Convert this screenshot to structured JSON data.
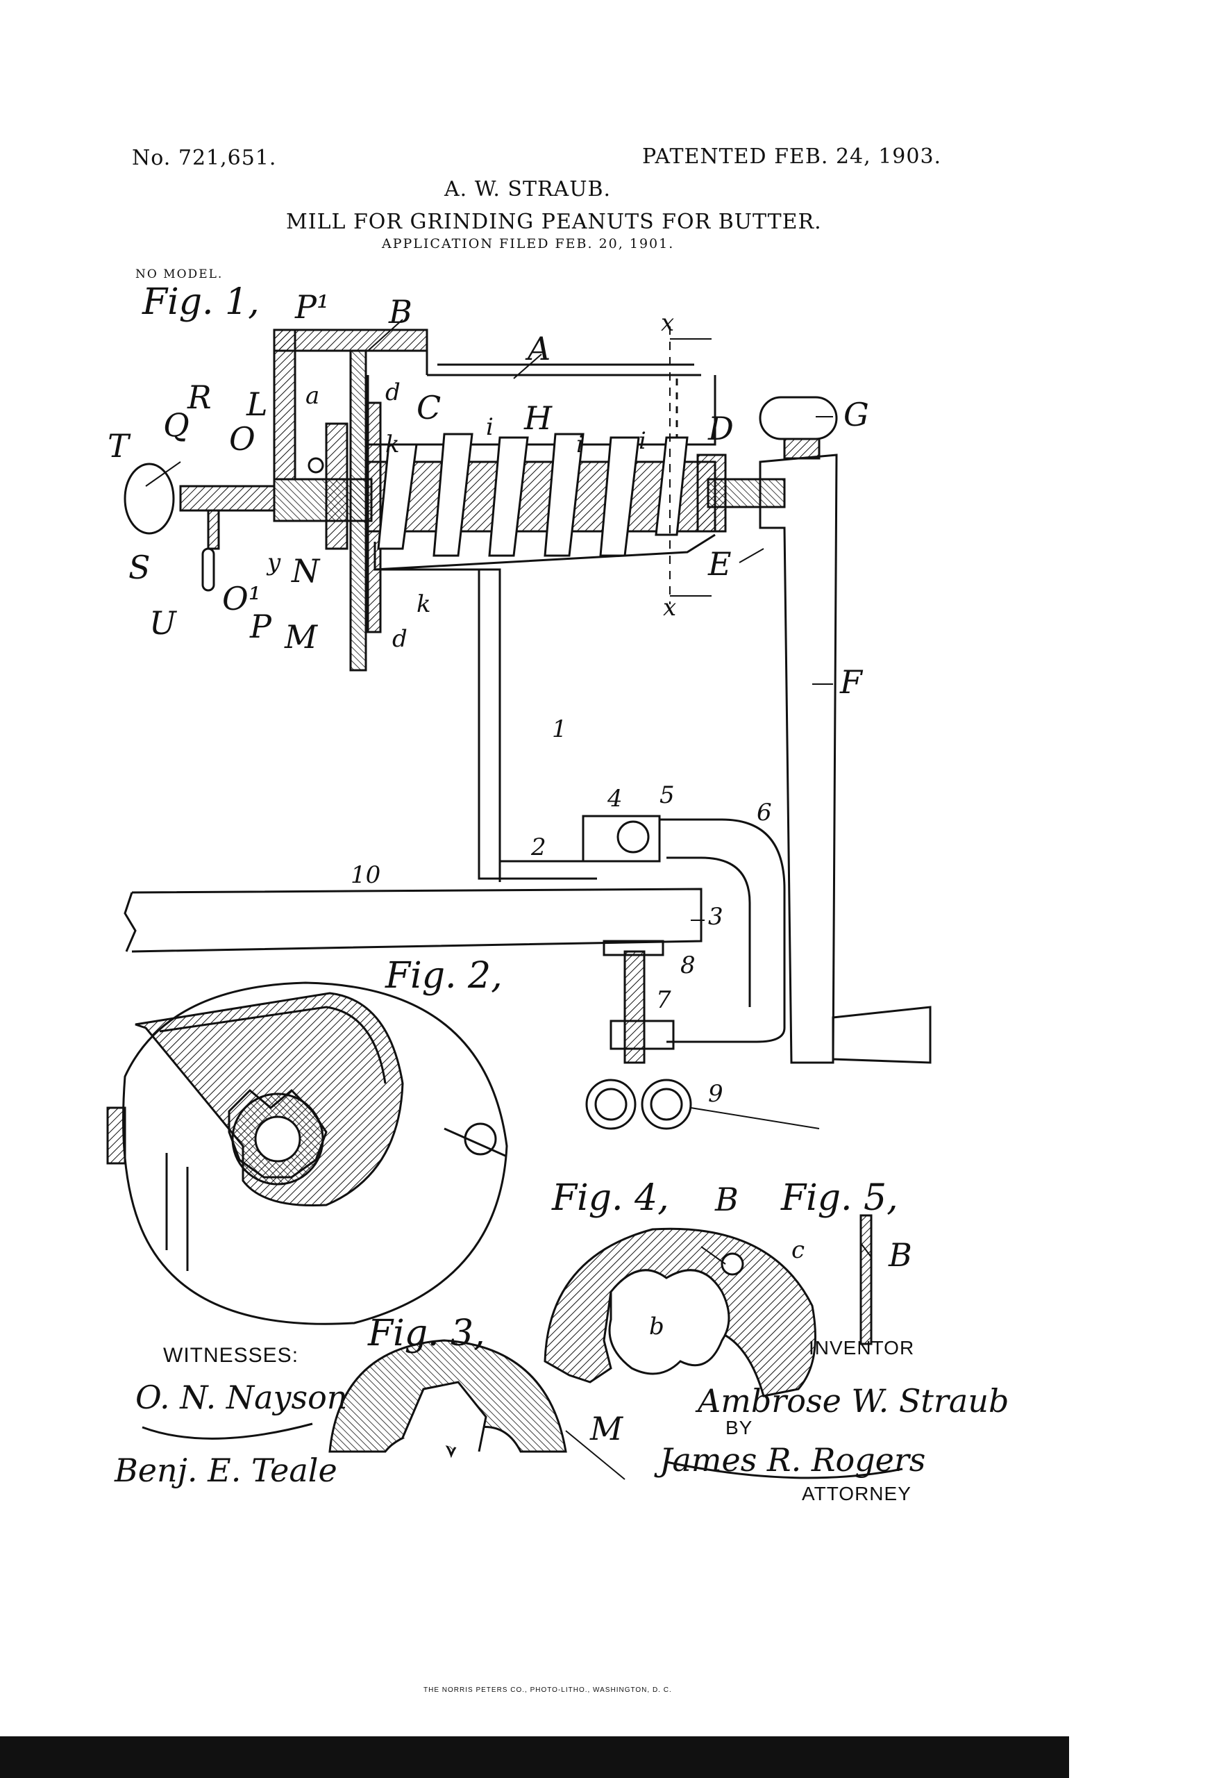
{
  "header": {
    "patent_number": "No. 721,651.",
    "patented": "PATENTED FEB. 24, 1903.",
    "inventor_name": "A. W. STRAUB.",
    "title": "MILL FOR GRINDING PEANUTS FOR BUTTER.",
    "application": "APPLICATION FILED FEB. 20, 1901.",
    "model": "NO MODEL."
  },
  "figures": {
    "fig1": "Fig. 1,",
    "fig2": "Fig. 2,",
    "fig3": "Fig. 3,",
    "fig4": "Fig. 4,",
    "fig5": "Fig. 5,"
  },
  "labels": {
    "P1": "P¹",
    "B": "B",
    "A": "A",
    "x_top": "x",
    "x_bottom": "x",
    "R": "R",
    "L": "L",
    "a": "a",
    "d_top": "d",
    "C": "C",
    "Q": "Q",
    "O": "O",
    "k_top": "k",
    "i1": "i",
    "H": "H",
    "i2": "i",
    "i3": "i",
    "D": "D",
    "G": "G",
    "T": "T",
    "E": "E",
    "S": "S",
    "y": "y",
    "N": "N",
    "k_bottom": "k",
    "U": "U",
    "O1": "O¹",
    "P": "P",
    "M": "M",
    "d_bottom": "d",
    "F": "F",
    "n1": "1",
    "n4": "4",
    "n5": "5",
    "n6": "6",
    "n10": "10",
    "n2": "2",
    "n3": "3",
    "n8": "8",
    "n7": "7",
    "n9": "9",
    "fig4_B": "B",
    "fig4_c": "c",
    "fig4_b": "b",
    "fig5_B": "B",
    "fig3_M": "M"
  },
  "footer": {
    "witnesses_label": "WITNESSES:",
    "witness1": "O. N. Nayson",
    "witness2": "Benj. E. Teale",
    "inventor_label": "INVENTOR",
    "inventor_signature": "Ambrose W. Straub",
    "by_label": "BY",
    "attorney_signature": "James R. Rogers",
    "attorney_label": "ATTORNEY",
    "printer": "THE NORRIS PETERS CO., PHOTO-LITHO., WASHINGTON, D. C."
  }
}
